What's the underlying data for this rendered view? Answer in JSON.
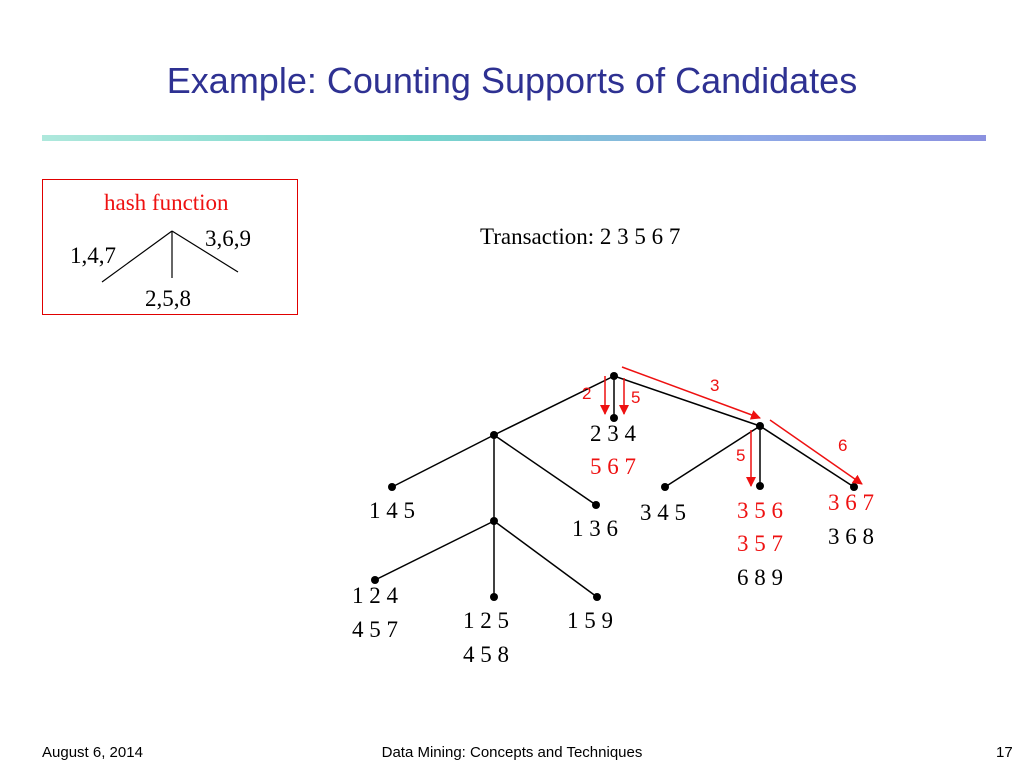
{
  "slide": {
    "title": "Example: Counting Supports of Candidates",
    "colors": {
      "title": "#2e3192",
      "highlight": "#ee1111",
      "box_border": "#e00000"
    }
  },
  "hash_function": {
    "label": "hash function",
    "branches": {
      "left": "1,4,7",
      "middle": "2,5,8",
      "right": "3,6,9"
    }
  },
  "transaction": {
    "label": "Transaction: 2 3 5 6 7"
  },
  "tree": {
    "arrow_labels": {
      "root_2": "2",
      "root_5": "5",
      "root_3": "3",
      "right_5": "5",
      "right_6": "6"
    },
    "leaves": {
      "root_middle": {
        "line1": "2 3 4",
        "line2": "5 6 7"
      },
      "left_left": {
        "line1": "1 4 5"
      },
      "left_right": {
        "line1": "1 3 6"
      },
      "left_mid_left": {
        "line1": "1 2 4",
        "line2": "4 5 7"
      },
      "left_mid_mid": {
        "line1": "1 2 5",
        "line2": "4 5 8"
      },
      "left_mid_right": {
        "line1": "1 5 9"
      },
      "right_left": {
        "line1": "3 4 5"
      },
      "right_mid": {
        "line1": "3 5 6",
        "line2": "3 5 7",
        "line3": "6 8 9"
      },
      "right_right": {
        "line1": "3 6 7",
        "line2": "3 6 8"
      }
    }
  },
  "footer": {
    "date": "August 6, 2014",
    "course": "Data Mining: Concepts and Techniques",
    "page": "17"
  }
}
